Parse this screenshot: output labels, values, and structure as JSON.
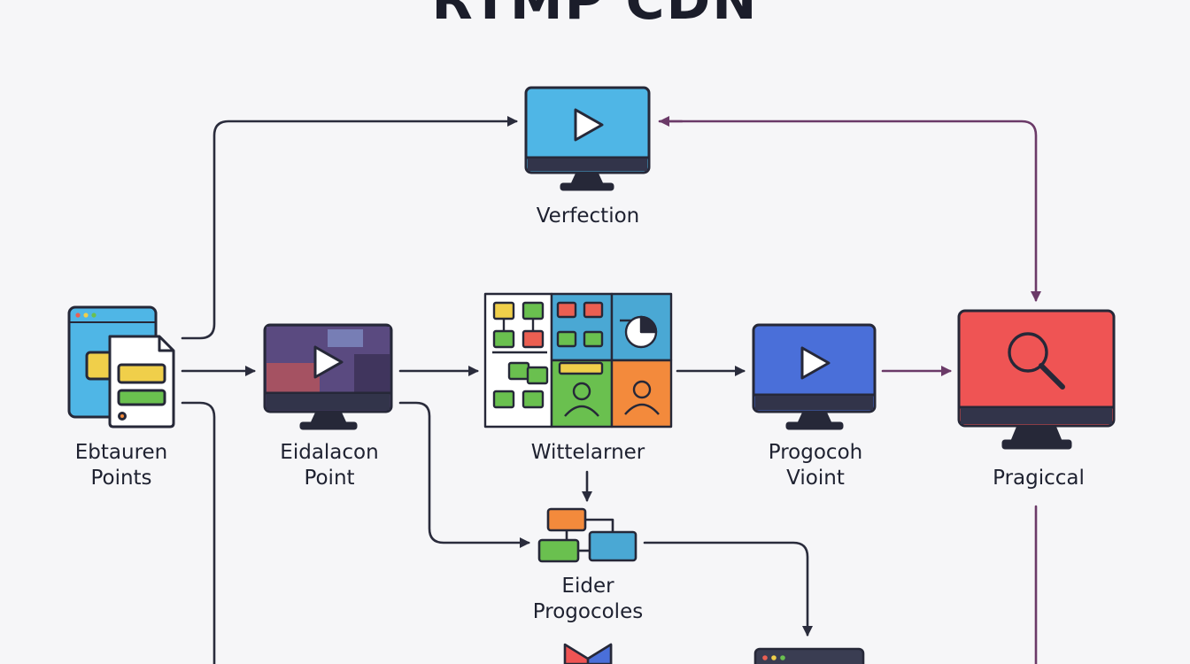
{
  "title": "RTMP CDN",
  "nodes": {
    "ebtauren": {
      "label": "Ebtauren\nPoints"
    },
    "eidalacon": {
      "label": "Eidalacon\nPoint"
    },
    "verfection": {
      "label": "Verfection"
    },
    "wittelarner": {
      "label": "Wittelarner"
    },
    "progocoh": {
      "label": "Progocoh\nVioint"
    },
    "pragiccal": {
      "label": "Pragiccal"
    },
    "eider": {
      "label": "Eider\nProgocoles"
    }
  },
  "colors": {
    "dark": "#262838",
    "arrow_dark": "#2a2c3c",
    "arrow_purple": "#6b3a68",
    "screen_blue": "#4fb6e6",
    "screen_indigo": "#4a6fd9",
    "screen_red": "#ef5454",
    "yellow": "#f0cf4a",
    "green": "#6ac04f",
    "orange": "#f38a3c",
    "red": "#eb5f52"
  },
  "icons": {
    "verfection": "play-icon",
    "eidalacon": "play-icon",
    "progocoh": "play-icon",
    "pragiccal": "search-icon"
  }
}
